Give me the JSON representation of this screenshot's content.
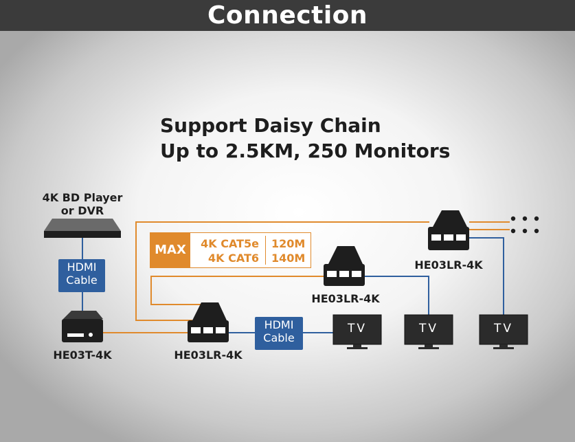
{
  "header": {
    "title": "Connection"
  },
  "headline": {
    "line1": "Support Daisy Chain",
    "line2": "Up to 2.5KM, 250 Monitors"
  },
  "source": {
    "label_line1": "4K BD Player",
    "label_line2": "or DVR"
  },
  "cable_left": {
    "line1": "HDMI",
    "line2": "Cable"
  },
  "cable_mid": {
    "line1": "HDMI",
    "line2": "Cable"
  },
  "transmitter": {
    "label": "HE03T-4K"
  },
  "receivers": [
    {
      "label": "HE03LR-4K"
    },
    {
      "label": "HE03LR-4K"
    },
    {
      "label": "HE03LR-4K"
    }
  ],
  "tvs": [
    {
      "label": "TV"
    },
    {
      "label": "TV"
    },
    {
      "label": "TV"
    }
  ],
  "max_spec": {
    "tag": "MAX",
    "rows": [
      {
        "cable": "4K CAT5e",
        "distance": "120M"
      },
      {
        "cable": "4K CAT6",
        "distance": "140M"
      }
    ]
  },
  "colors": {
    "cat_line": "#e08a2c",
    "hdmi_line": "#2f5f9e",
    "device": "#1e1e1e",
    "header_bg": "#3b3b3b"
  },
  "icons": {
    "continuation": "ellipsis-grid-icon"
  }
}
